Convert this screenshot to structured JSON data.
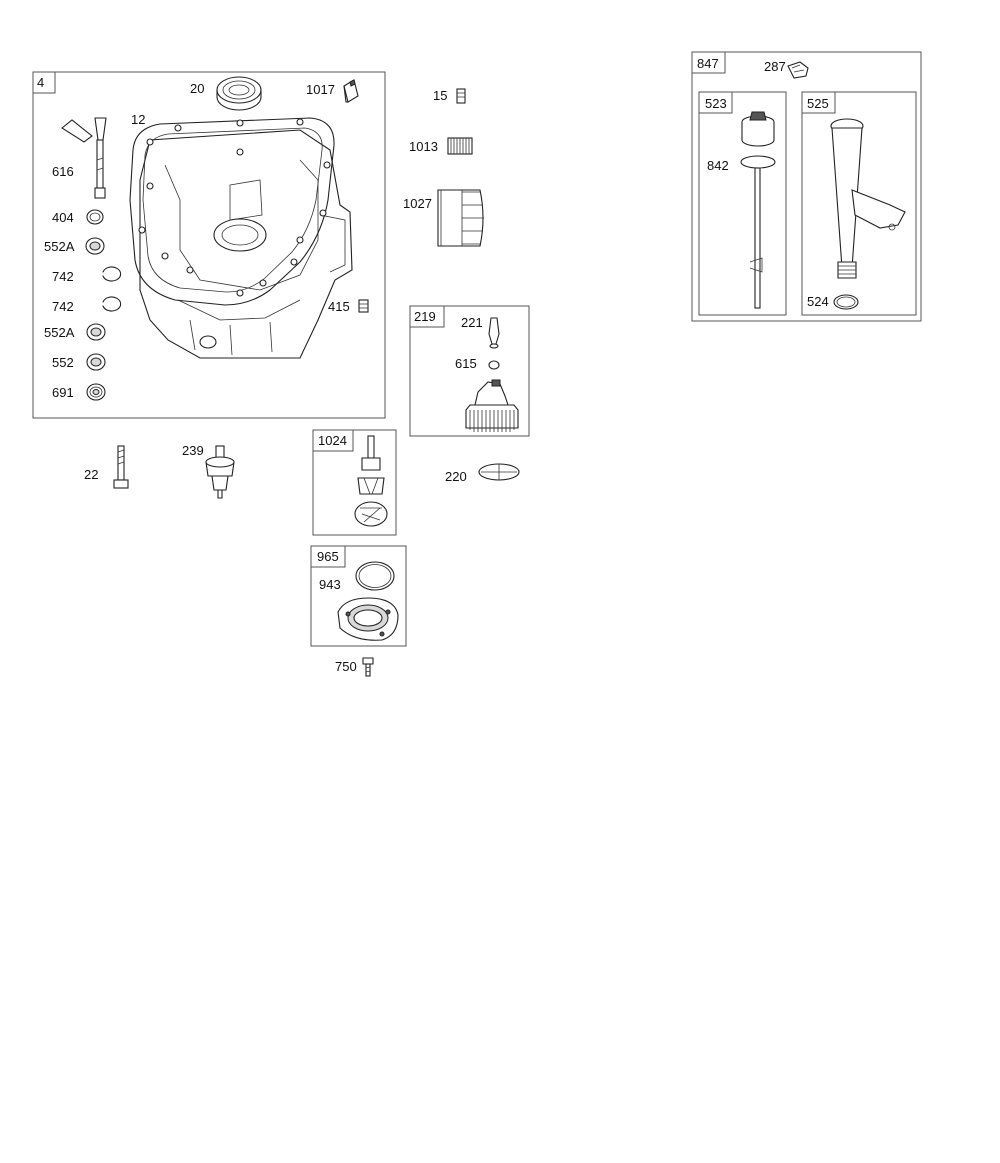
{
  "boxes": {
    "b4": "4",
    "b847": "847",
    "b523": "523",
    "b525": "525",
    "b219": "219",
    "b1024": "1024",
    "b965": "965"
  },
  "labels": {
    "p20": "20",
    "p1017": "1017",
    "p12": "12",
    "p616": "616",
    "p404": "404",
    "p552A_1": "552A",
    "p742_1": "742",
    "p742_2": "742",
    "p552A_2": "552A",
    "p552": "552",
    "p691": "691",
    "p415": "415",
    "p15": "15",
    "p1013": "1013",
    "p1027": "1027",
    "p287": "287",
    "p842": "842",
    "p524": "524",
    "p221": "221",
    "p615": "615",
    "p22": "22",
    "p239": "239",
    "p220": "220",
    "p943": "943",
    "p750": "750"
  }
}
